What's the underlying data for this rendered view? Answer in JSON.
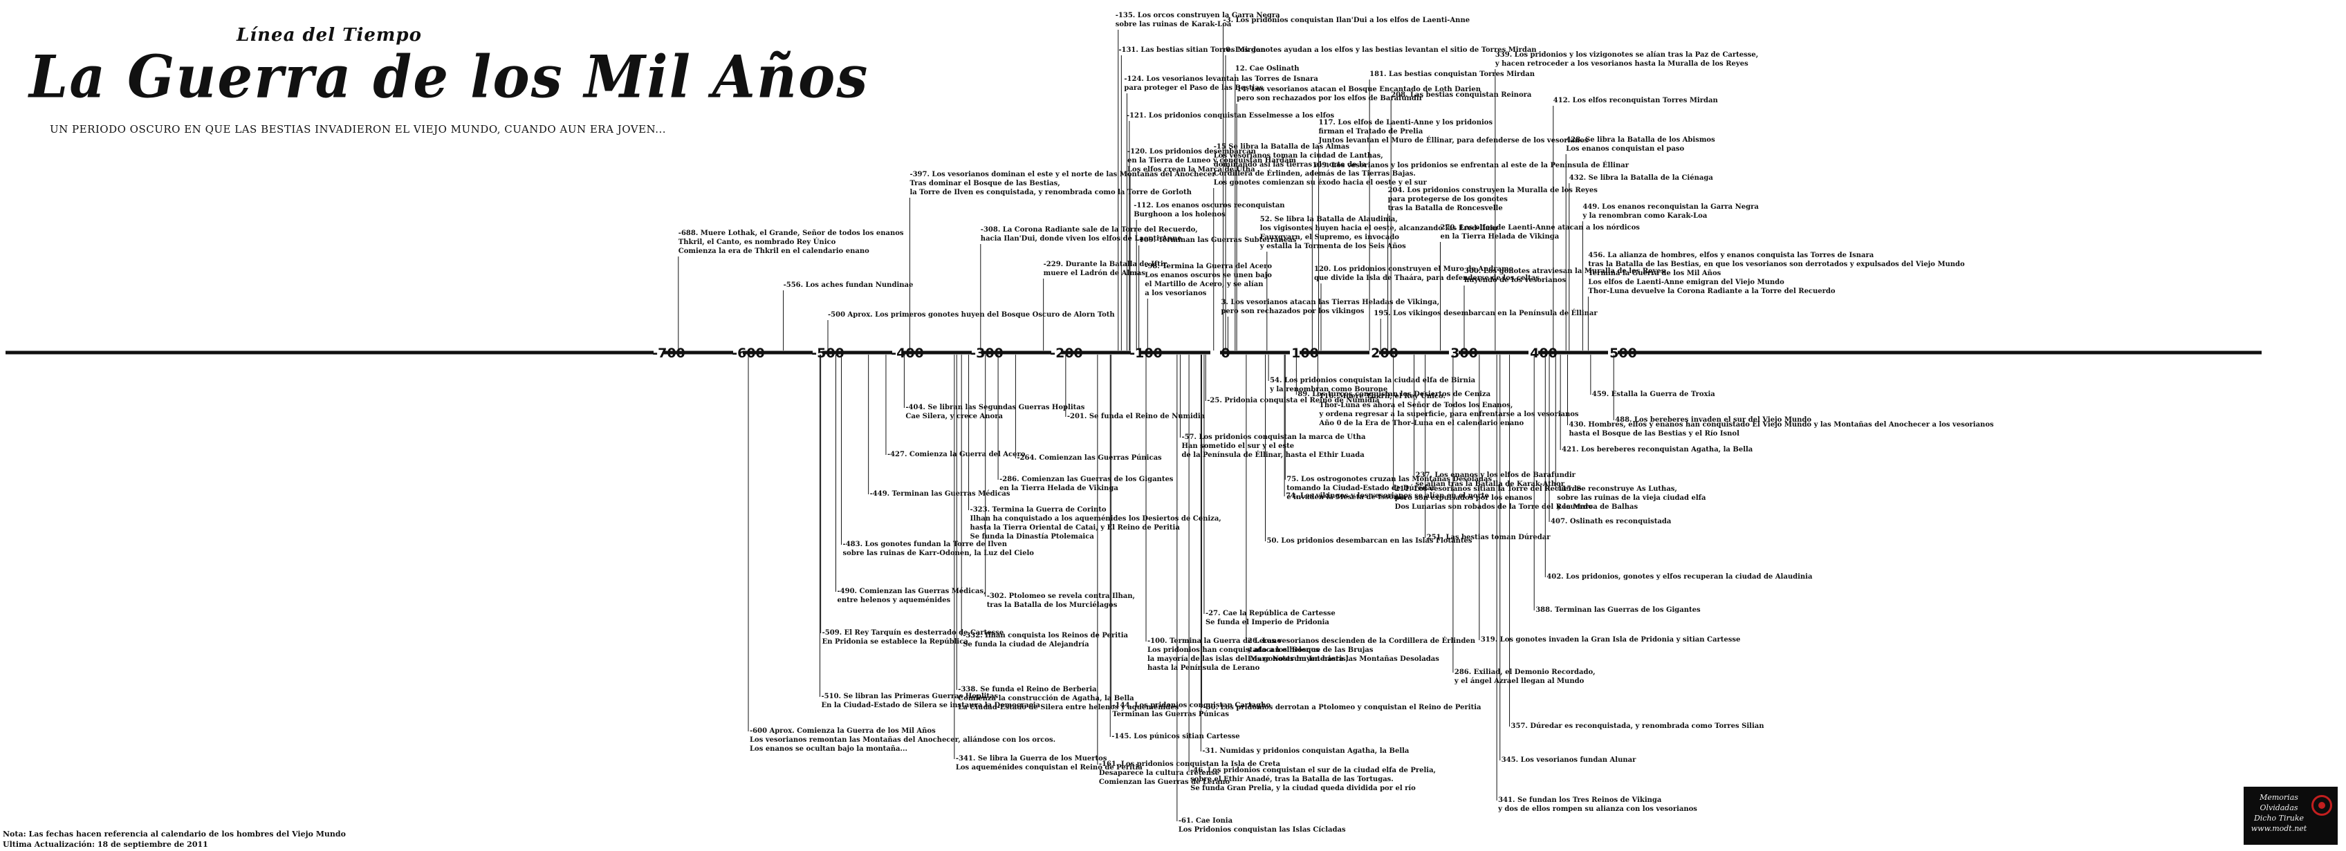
{
  "header": {
    "subtitle": "Línea del Tiempo",
    "title": "La Guerra de los Mil Años",
    "tagline": "UN PERIODO OSCURO EN QUE LAS BESTIAS INVADIERON EL VIEJO MUNDO, CUANDO AUN ERA JOVEN..."
  },
  "footer": {
    "note": "Nota: Las fechas hacen referencia al calendario de los hombres del Viejo Mundo",
    "updated": "Ultima Actualización: 18 de septiembre de 2011"
  },
  "brand": {
    "line1": "Memorias Olvidadas",
    "line2": "Dicho Tiruke",
    "line3": "www.modt.net"
  },
  "axis": {
    "ticks": [
      {
        "year": -700,
        "label": "-700"
      },
      {
        "year": -600,
        "label": "-600"
      },
      {
        "year": -500,
        "label": "-500"
      },
      {
        "year": -400,
        "label": "-400"
      },
      {
        "year": -300,
        "label": "-300"
      },
      {
        "year": -200,
        "label": "-200"
      },
      {
        "year": -100,
        "label": "-100"
      },
      {
        "year": 0,
        "label": "0"
      },
      {
        "year": 100,
        "label": "100"
      },
      {
        "year": 200,
        "label": "200"
      },
      {
        "year": 300,
        "label": "300"
      },
      {
        "year": 400,
        "label": "400"
      },
      {
        "year": 500,
        "label": "500"
      }
    ]
  },
  "events_above": [
    {
      "year": -688,
      "lines": [
        "-688. Muere Lothak, el Grande, Señor de todos los enanos",
        "Thkril, el Canto, es nombrado Rey Único",
        "Comienza la era de Thkril en el calendario enano"
      ]
    },
    {
      "year": -556,
      "lines": [
        "-556. Los aches fundan Nundinae"
      ]
    },
    {
      "year": -500,
      "lines": [
        "-500 Aprox. Los primeros gonotes huyen del Bosque Oscuro de Alorn Toth"
      ]
    },
    {
      "year": -397,
      "lines": [
        "-397. Los vesorianos dominan el este y el norte de las Montañas del Anochecer",
        "Tras dominar el Bosque de las Bestias,",
        "la Torre de Ilven es conquistada, y renombrada como la Torre de Gorloth"
      ]
    },
    {
      "year": -308,
      "lines": [
        "-308. La Corona Radiante sale de la Torre del Recuerdo,",
        "hacia Ilan'Dui, donde viven los elfos de Laenti-Anne"
      ]
    },
    {
      "year": -229,
      "lines": [
        "-229. Durante la Batalla de Iftir,",
        "muere el Ladrón de Almas"
      ]
    },
    {
      "year": -135,
      "lines": [
        "-135. Los orcos construyen la Garra Negra",
        "sobre las ruinas de Karak-Loa"
      ]
    },
    {
      "year": -131,
      "lines": [
        "-131. Las bestias sitian Torres Mirdan"
      ]
    },
    {
      "year": -124,
      "lines": [
        "-124. Los vesorianos levantan las Torres de Isnara",
        "para proteger el Paso de las Bestias"
      ]
    },
    {
      "year": -121,
      "lines": [
        "-121. Los pridonios conquistan Esselmesse a los elfos"
      ]
    },
    {
      "year": -120,
      "lines": [
        "-120. Los pridonios desembarcan",
        "en la Tierra de Luneo y conquistan Hardam",
        "Los elfos crean la Marca de Utha"
      ]
    },
    {
      "year": -112,
      "lines": [
        "-112. Los enanos oscuros reconquistan",
        "Burghoon a los holenos"
      ]
    },
    {
      "year": -109,
      "lines": [
        "-109. Terminan las Guerras Subterráneas"
      ]
    },
    {
      "year": -98,
      "lines": [
        "-98. Termina la Guerra del Acero",
        "Los enanos oscuros se unen bajo",
        "el Martillo de Acero, y se alían",
        "a los vesorianos"
      ]
    },
    {
      "year": -15,
      "lines": [
        "-15  Se libra la Batalla de las Almas",
        "Los vesorianos toman la ciudad de Lanthas,",
        "dominando así las tierras al norte de la",
        "Cordillera de Érlinden, además de las Tierras Bajas.",
        "Los gonotes comienzan su éxodo hacia el oeste y el sur"
      ]
    },
    {
      "year": -3,
      "lines": [
        "-3. Los pridonios conquistan Ilan'Dui a los elfos de Laenti-Anne"
      ]
    },
    {
      "year": 0,
      "lines": [
        "0. Los gonotes ayudan a los elfos y las bestias levantan el sitio de Torres Mirdan"
      ]
    },
    {
      "year": 12,
      "lines": [
        "12. Cae Oslinath"
      ]
    },
    {
      "year": 14,
      "lines": [
        "14. Los vesorianos atacan el Bosque Encantado de Loth Darien",
        "pero son rechazados por los elfos de Barafundir"
      ]
    },
    {
      "year": 52,
      "lines": [
        "52. Se libra la Batalla de Alaudinia,",
        "los vigisontes huyen hacia el oeste, alcanzando las Ered-Ilain",
        "Fauxgyarn, el Supremo, es invocado",
        "y estalla la Tormenta de los Seis Años"
      ]
    },
    {
      "year": 3,
      "lines": [
        "3. Los vesorianos atacan las Tierras Heladas de Vikinga,",
        "pero son rechazados por los vikingos"
      ]
    },
    {
      "year": 181,
      "lines": [
        "181. Las bestias conquistan Torres Mirdan"
      ]
    },
    {
      "year": 208,
      "lines": [
        "208. Las bestias conquistan Reinora"
      ]
    },
    {
      "year": 117,
      "lines": [
        "117. Los elfos de Laenti-Anne y los pridonios",
        "firman el Tratado de Prelia",
        "Juntos levantan el Muro de Éllinar, para defenderse de los vesorianos"
      ]
    },
    {
      "year": 109,
      "lines": [
        "109. Los vesorianos y los pridonios se enfrentan al este de la Península de Éllinar"
      ]
    },
    {
      "year": 204,
      "lines": [
        "204. Los pridonios construyen la Muralla de los Reyes",
        "para protegerse de los gonotes",
        "tras la Batalla de Roncesvelle"
      ]
    },
    {
      "year": 120,
      "lines": [
        "120. Los pridonios construyen el Muro de Andramo",
        "que divide la Isla de Thaára, para defenderse de los celtas"
      ]
    },
    {
      "year": 195,
      "lines": [
        "195. Los vikingos desembarcan en la Península de Éllinar"
      ]
    },
    {
      "year": 270,
      "lines": [
        "270. Los elfos de Laenti-Anne atacan a los nórdicos",
        "en la Tierra Helada de Vikinga"
      ]
    },
    {
      "year": 300,
      "lines": [
        "300. Los gonotes atraviesan la Muralla de los Reyes",
        "huyendo de los vesorianos"
      ]
    },
    {
      "year": 339,
      "lines": [
        "339. Los pridonios y los vizigonotes se alían tras la Paz de Cartesse,",
        "y hacen retroceder a los vesorianos hasta la Muralla de los Reyes"
      ]
    },
    {
      "year": 412,
      "lines": [
        "412. Los elfos reconquistan Torres Mirdan"
      ]
    },
    {
      "year": 428,
      "lines": [
        "428. Se libra la Batalla de los Abismos",
        "Los enanos conquistan el paso"
      ]
    },
    {
      "year": 432,
      "lines": [
        "432. Se libra la Batalla de la Ciénaga"
      ]
    },
    {
      "year": 449,
      "lines": [
        "449. Los enanos reconquistan la Garra Negra",
        "y la renombran como Karak-Loa"
      ]
    },
    {
      "year": 456,
      "lines": [
        "456. La alianza de hombres, elfos y enanos conquista las Torres de Isnara",
        "tras la Batalla de las Bestias, en que los vesorianos son derrotados y expulsados del Viejo Mundo",
        "Termina la Guerra de los Mil Años",
        "Los elfos de Laenti-Anne emigran del Viejo Mundo",
        "Thor-Luna devuelve la Corona Radiante a la Torre del Recuerdo"
      ]
    }
  ],
  "events_below": [
    {
      "year": -600,
      "lines": [
        "-600 Aprox. Comienza la Guerra de los Mil Años",
        "Los vesorianos remontan las Montañas del Anochecer, aliándose con los orcos.",
        "Los enanos se ocultan bajo la montaña..."
      ]
    },
    {
      "year": -510,
      "lines": [
        "-510. Se libran las Primeras Guerras Hoplitas",
        "En la Ciudad-Estado de Silera se instaura la Democracia"
      ]
    },
    {
      "year": -509,
      "lines": [
        "-509. El Rey Tarquín es desterrado de Cartesse",
        "En Pridonia se establece la República"
      ]
    },
    {
      "year": -490,
      "lines": [
        "-490. Comienzan las Guerras Médicas,",
        "entre helenos y aqueménides"
      ]
    },
    {
      "year": -483,
      "lines": [
        "-483. Los gonotes fundan la Torre de Ilven",
        "sobre las ruinas de Karr-Odonen, la Luz del Cielo"
      ]
    },
    {
      "year": -449,
      "lines": [
        "-449. Terminan las Guerras Médicas"
      ]
    },
    {
      "year": -427,
      "lines": [
        "-427. Comienza la Guerra del Acero"
      ]
    },
    {
      "year": -404,
      "lines": [
        "-404. Se libran las Segundas Guerras Hoplitas",
        "Cae Silera, y crece Anora"
      ]
    },
    {
      "year": -341,
      "lines": [
        "-341. Se libra la Guerra de los Muertos",
        "Los aqueménides conquistan el Reino de Peritia"
      ]
    },
    {
      "year": -338,
      "lines": [
        "-338. Se funda el Reino de Berberia",
        "Comienza la construcción de Agatha, la Bella",
        "La Ciudad-Estado de Silera entre helenos y aqueménides"
      ]
    },
    {
      "year": -332,
      "lines": [
        "-332. Ilhan conquista los Reinos de Peritia",
        "Se funda la ciudad de Alejandría"
      ]
    },
    {
      "year": -323,
      "lines": [
        "-323. Termina la Guerra de Corinto",
        "Ilhan ha conquistado a los aqueménides los Desiertos de Ceniza,",
        "hasta la Tierra Oriental de Catai, y El Reino de Peritia",
        "Se funda la Dinastía Ptolemaica"
      ]
    },
    {
      "year": -302,
      "lines": [
        "-302. Ptolomeo se revela contra Ilhan,",
        "tras la Batalla de los Murciélagos"
      ]
    },
    {
      "year": -286,
      "lines": [
        "-286. Comienzan las Guerras de los Gigantes",
        "en la Tierra Helada de Vikinga"
      ]
    },
    {
      "year": -264,
      "lines": [
        "-264. Comienzan las Guerras Púnicas"
      ]
    },
    {
      "year": -201,
      "lines": [
        "-201. Se funda el Reino de Numidia"
      ]
    },
    {
      "year": -161,
      "lines": [
        "-161. Los pridonios conquistan la Isla de Creta",
        "Desaparece la cultura cretense",
        "Comienzan las Guerras de Lerano"
      ]
    },
    {
      "year": -145,
      "lines": [
        "-145. Los púnicos sitian Cartesse"
      ]
    },
    {
      "year": -144,
      "lines": [
        "-144. Los pridonios conquistan Cartagho",
        "Terminan las Guerras Púnicas"
      ]
    },
    {
      "year": -100,
      "lines": [
        "-100. Termina la Guerra de Lerano",
        "Los pridonios han conquistado a los helenos",
        "la mayoría de las islas del Mare Nostrum Interioris,",
        "hasta la Península de Lerano"
      ]
    },
    {
      "year": -61,
      "lines": [
        "-61. Cae Ionia",
        "Los Pridonios conquistan las Islas Cícladas"
      ]
    },
    {
      "year": -57,
      "lines": [
        "-57. Los pridonios conquistan la marca de Utha",
        "Han sometido el sur y el este",
        "de la Península de Éllinar, hasta el Ethir Luada"
      ]
    },
    {
      "year": -46,
      "lines": [
        "-46. Los pridonios conquistan el sur de la ciudad elfa de Prelia,",
        "sobre el Ethir Anadé, tras la Batalla de las Tortugas.",
        "Se funda Gran Prelia, y la ciudad queda dividida por el río"
      ]
    },
    {
      "year": -31,
      "lines": [
        "-31. Numidas y pridonios conquistan Agatha, la Bella"
      ]
    },
    {
      "year": -30,
      "lines": [
        "-30. Los pridonios derrotan a Ptolomeo y conquistan el Reino de Peritia"
      ]
    },
    {
      "year": -27,
      "lines": [
        "-27. Cae la República de Cartesse",
        "Se funda el Imperio de Pridonia"
      ]
    },
    {
      "year": -25,
      "lines": [
        "-25. Pridonia conquista el Reino de Numidia"
      ]
    },
    {
      "year": 26,
      "lines": [
        "26. Los vesorianos descienden de la Cordillera de Érlinden",
        "y atacan el Bosque de las Brujas",
        "Los gonotes huyen hasta las Montañas Desoladas"
      ]
    },
    {
      "year": 54,
      "lines": [
        "54. Los pridonios conquistan la ciudad elfa de Birnia",
        "y la renombran como Bourone"
      ]
    },
    {
      "year": 50,
      "lines": [
        "50. Los pridonios desembarcan en las Islas Flotantes"
      ]
    },
    {
      "year": 74,
      "lines": [
        "74. Los vikingos y los vesorianos se alían en el norte"
      ]
    },
    {
      "year": 75,
      "lines": [
        "75. Los ostrogonotes cruzan las Montañas Desoladas",
        "tomando la Ciudad-Estado de Dúredar",
        "e invaden la Meseta de Issonia"
      ]
    },
    {
      "year": 89,
      "lines": [
        "89. Los turcos conquistan los Desiertos de Ceniza"
      ]
    },
    {
      "year": 116,
      "lines": [
        "116. Muere Thkril, el Rey Único.",
        "Thor-Luna es ahora el Señor de Todos los Enanos,",
        "y ordena regresar a la superficie, para enfrentarse a los vesorianos",
        "Año 0 de la Era de Thor-Luna en el calendario enano"
      ]
    },
    {
      "year": 211,
      "lines": [
        "211. Los vesorianos sitian la Torre del Recuerdo",
        "pero son expulsados por los enanos",
        "Dos Lunarias son robados de la Torre del Recuerdo"
      ]
    },
    {
      "year": 251,
      "lines": [
        "251. Las bestias toman Dúredar"
      ]
    },
    {
      "year": 237,
      "lines": [
        "237. Los enanos y los elfos de Barafundir",
        "se alían tras la Batalla de Karak-Athor"
      ]
    },
    {
      "year": 286,
      "lines": [
        "286. Exiliad, el Demonio Recordado,",
        "y el ángel Azrael llegan al Mundo"
      ]
    },
    {
      "year": 357,
      "lines": [
        "357. Dúredar es reconquistada, y renombrada como Torres Silian"
      ]
    },
    {
      "year": 345,
      "lines": [
        "345. Los vesorianos fundan Alunar"
      ]
    },
    {
      "year": 341,
      "lines": [
        "341. Se fundan los Tres Reinos de Vikinga",
        "y dos de ellos rompen su alianza con los vesorianos"
      ]
    },
    {
      "year": 319,
      "lines": [
        "319. Los gonotes invaden la Gran Isla de Pridonia y sitian Cartesse"
      ]
    },
    {
      "year": 388,
      "lines": [
        "388. Terminan las Guerras de los Gigantes"
      ]
    },
    {
      "year": 402,
      "lines": [
        "402. Los pridonios, gonotes y elfos recuperan la ciudad de Alaudinia"
      ]
    },
    {
      "year": 407,
      "lines": [
        "407. Oslinath es reconquistada"
      ]
    },
    {
      "year": 415,
      "lines": [
        "415. Se reconstruye As Luthas,",
        "sobre las ruinas de la vieja ciudad elfa",
        "y la Marca de Balhas"
      ]
    },
    {
      "year": 421,
      "lines": [
        "421. Los bereberes reconquistan Agatha, la Bella"
      ]
    },
    {
      "year": 430,
      "lines": [
        "430. Hombres, elfos y enanos han conquistado El Viejo Mundo y las Montañas del Anochecer a los vesorianos",
        "hasta el Bosque de las Bestias y el Río Isnol"
      ]
    },
    {
      "year": 459,
      "lines": [
        "459. Estalla la Guerra de Troxia"
      ]
    },
    {
      "year": 488,
      "lines": [
        "488. Los bereberes invaden el sur del Viejo Mundo"
      ]
    }
  ]
}
